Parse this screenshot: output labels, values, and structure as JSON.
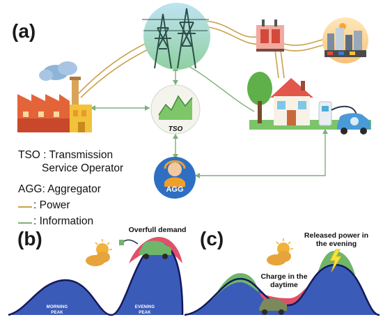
{
  "panels": {
    "a": "(a)",
    "b": "(b)",
    "c": "(c)"
  },
  "nodes": {
    "tso": "TSO",
    "agg": "AGG"
  },
  "legend": {
    "tso_line1": "TSO : Transmission",
    "tso_line2": "Service Operator",
    "agg_line": "AGG: Aggregator",
    "power": ": Power",
    "information": ": Information"
  },
  "annotations": {
    "overfull": "Overfull demand",
    "morning_peak_1": "MORNING",
    "morning_peak_2": "PEAK",
    "evening_peak_1": "EVENING",
    "evening_peak_2": "PEAK",
    "charge_1": "Charge in the",
    "charge_2": "daytime",
    "released_1": "Released power in",
    "released_2": "the evening"
  },
  "colors": {
    "power_line": "#c9a24a",
    "info_line": "#7fae78",
    "demand_blue": "#3b5bb8",
    "curve_dark": "#14195a",
    "excess_red": "#e0506a",
    "green_shift": "#6fb56a"
  }
}
